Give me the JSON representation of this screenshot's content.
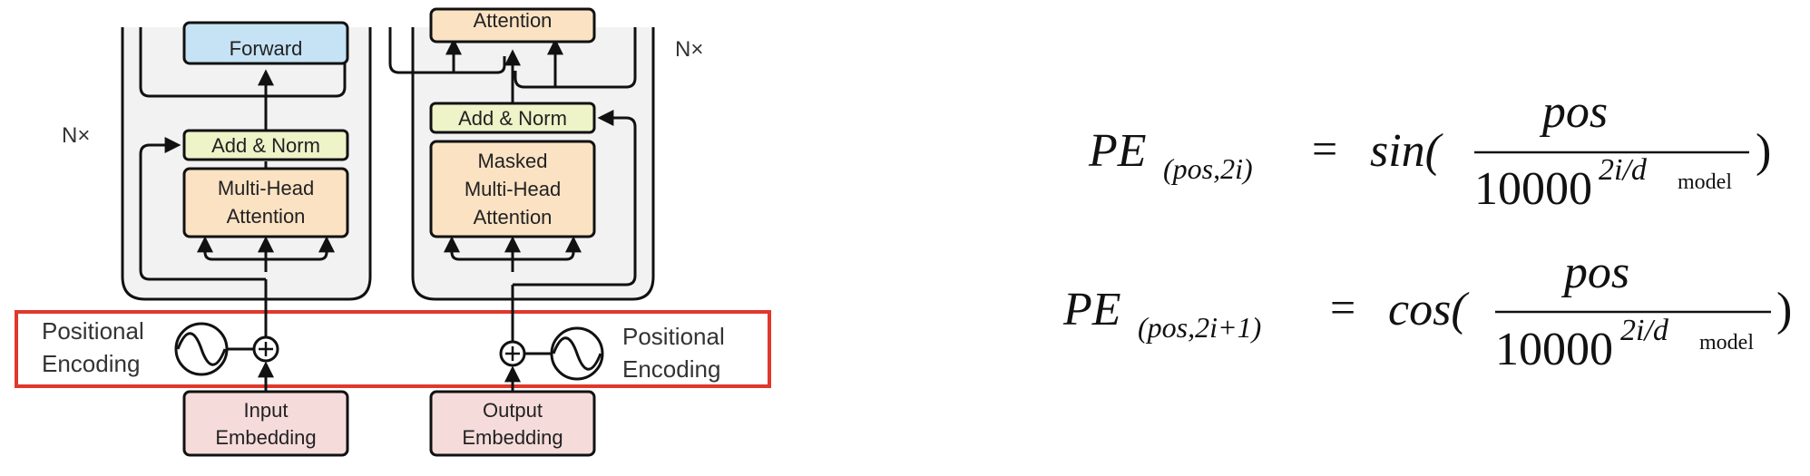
{
  "diagram": {
    "colors": {
      "feed_forward": "#c6e3f5",
      "attention": "#fbe2c3",
      "add_norm": "#eef3c8",
      "embedding": "#f6dbdb",
      "stack_bg": "#f2f2f2",
      "highlight": "#e0382b"
    },
    "encoder": {
      "feed_forward": "Forward",
      "add_norm": "Add & Norm",
      "attention_line1": "Multi-Head",
      "attention_line2": "Attention",
      "repeat": "N×",
      "embedding_line1": "Input",
      "embedding_line2": "Embedding",
      "pe_line1": "Positional",
      "pe_line2": "Encoding"
    },
    "decoder": {
      "attention_top": "Attention",
      "add_norm": "Add & Norm",
      "masked_line1": "Masked",
      "masked_line2": "Multi-Head",
      "masked_line3": "Attention",
      "repeat": "N×",
      "embedding_line1": "Output",
      "embedding_line2": "Embedding",
      "pe_line1": "Positional",
      "pe_line2": "Encoding"
    }
  },
  "formulas": {
    "sin": {
      "lhs": "PE",
      "lhs_sub": "(pos,2i)",
      "equals": "=",
      "func": "sin(",
      "numerator": "pos",
      "base": "10000",
      "exp": "2i/d",
      "exp_sub": "model",
      "close": ")"
    },
    "cos": {
      "lhs": "PE",
      "lhs_sub": "(pos,2i+1)",
      "equals": "=",
      "func": "cos(",
      "numerator": "pos",
      "base": "10000",
      "exp": "2i/d",
      "exp_sub": "model",
      "close": ")"
    }
  }
}
